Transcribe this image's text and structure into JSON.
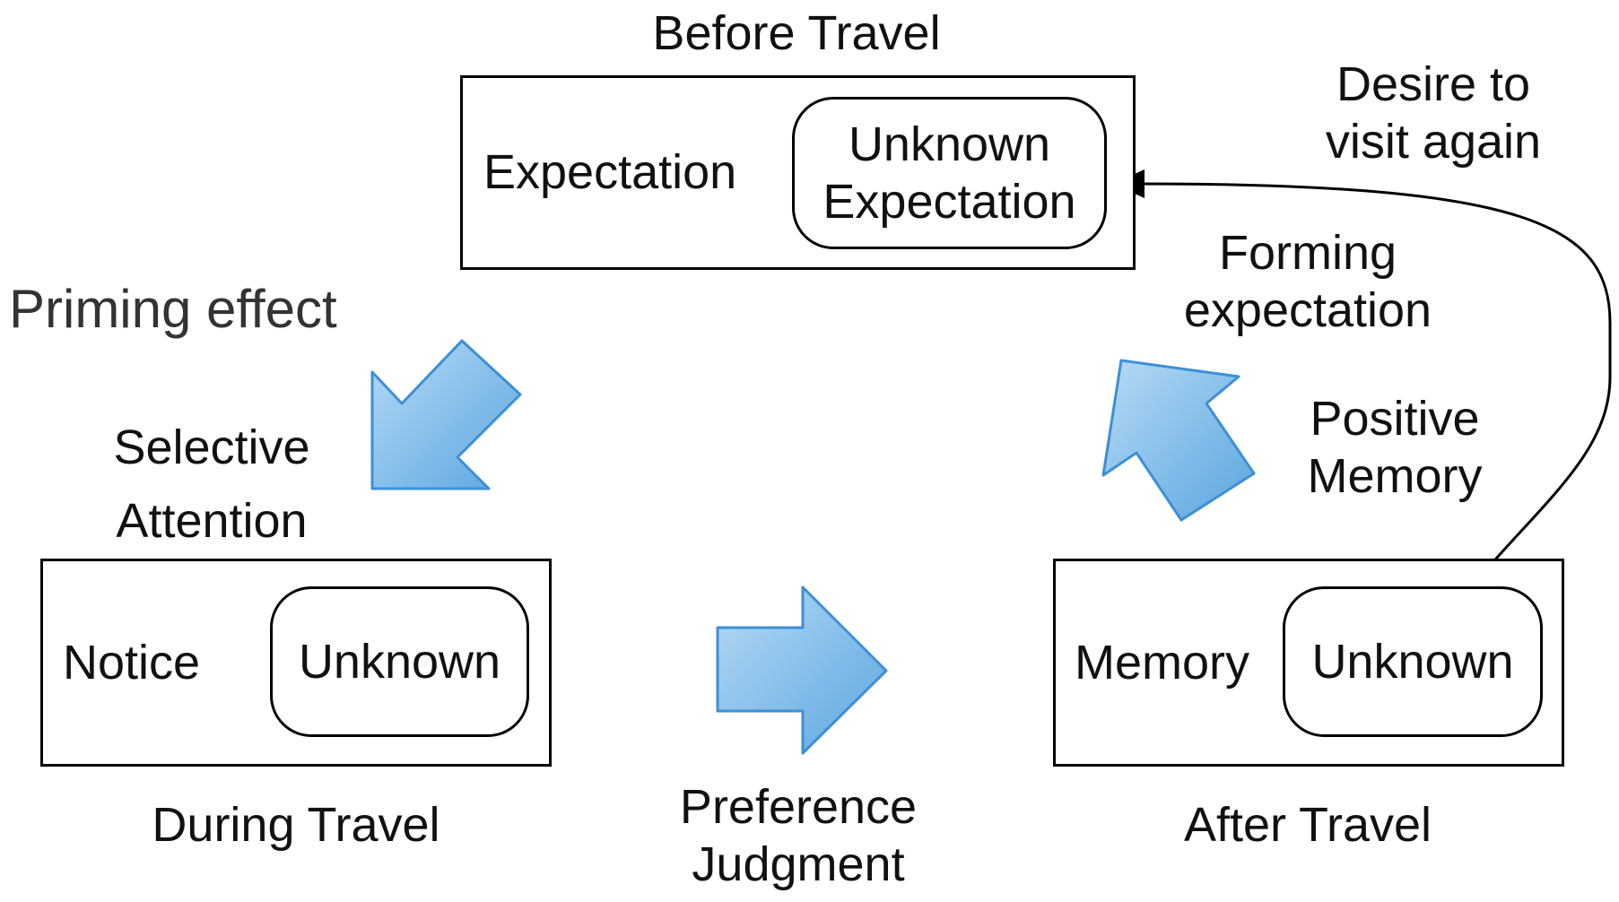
{
  "phases": {
    "before": {
      "title": "Before Travel",
      "box_label": "Expectation",
      "inner_label": [
        "Unknown",
        "Expectation"
      ]
    },
    "during": {
      "title": "During Travel",
      "box_label": "Notice",
      "inner_label": "Unknown"
    },
    "after": {
      "title": "After Travel",
      "box_label": "Memory",
      "inner_label": "Unknown"
    }
  },
  "annotations": {
    "priming": "Priming effect",
    "selective": [
      "Selective",
      "Attention"
    ],
    "preference": [
      "Preference",
      "Judgment"
    ],
    "positive": [
      "Positive",
      "Memory"
    ],
    "forming": [
      "Forming",
      "expectation"
    ],
    "desire": [
      "Desire to",
      "visit again"
    ]
  },
  "colors": {
    "arrow_fill_light": "#b7daf5",
    "arrow_fill_dark": "#5aa6e0",
    "arrow_stroke": "#3d8fd6",
    "line": "#000000"
  },
  "icons": {
    "priming_arrow": "arrow-down-left-icon",
    "preference_arrow": "arrow-right-icon",
    "forming_arrow": "arrow-up-left-icon",
    "revisit_arrow": "curved-arrow-icon"
  }
}
